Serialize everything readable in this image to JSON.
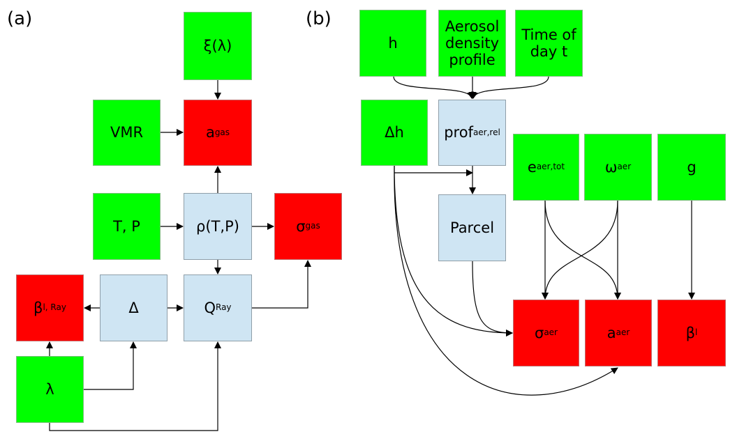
{
  "panel_a": {
    "label": "(a)",
    "nodes": {
      "xi": {
        "main": "ξ(λ)",
        "sub": ""
      },
      "vmr": {
        "main": "VMR",
        "sub": ""
      },
      "a_gas": {
        "main": "a",
        "sub": "gas"
      },
      "tp": {
        "main": "T, P",
        "sub": ""
      },
      "rho": {
        "main": "ρ(T,P)",
        "sub": ""
      },
      "sigma_gas": {
        "main": "σ",
        "sub": "gas"
      },
      "beta_ray": {
        "main": "β",
        "sub": "l, Ray"
      },
      "delta": {
        "main": "Δ",
        "sub": ""
      },
      "q_ray": {
        "main": "Q",
        "sub": "Ray"
      },
      "lambda": {
        "main": "λ",
        "sub": ""
      }
    }
  },
  "panel_b": {
    "label": "(b)",
    "nodes": {
      "h": {
        "main": "h",
        "sub": ""
      },
      "aerosol_profile": {
        "main": "Aerosol density profile",
        "sub": ""
      },
      "time": {
        "main": "Time of day t",
        "sub": ""
      },
      "dh": {
        "main": "Δh",
        "sub": ""
      },
      "prof": {
        "main": "prof",
        "sub": "aer,rel"
      },
      "parcel": {
        "main": "Parcel",
        "sub": ""
      },
      "e_aer": {
        "main": "e",
        "sub": "aer,tot"
      },
      "omega_aer": {
        "main": "ω",
        "sub": "aer"
      },
      "g": {
        "main": "g",
        "sub": ""
      },
      "sigma_aer": {
        "main": "σ",
        "sub": "aer"
      },
      "a_aer": {
        "main": "a",
        "sub": "aer"
      },
      "beta_l": {
        "main": "β",
        "sub": "l"
      }
    }
  },
  "colors": {
    "input": "#00ff00",
    "output": "#ff0000",
    "intermediate": "#cfe5f3"
  }
}
